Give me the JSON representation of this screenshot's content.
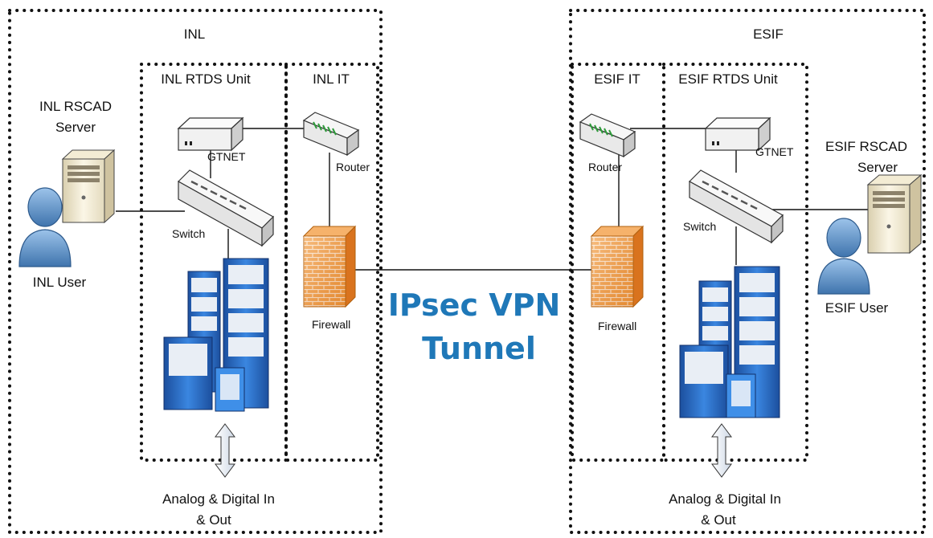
{
  "colors": {
    "tunnel_text": "#1f78b8",
    "firewall": "#f28a2b",
    "rack": "#2a6fd1",
    "user": "#5d93c8",
    "server": "#efe6c8",
    "device": "#f4f4f4",
    "line": "#111111"
  },
  "inl": {
    "site_label": "INL",
    "rtds_label": "INL RTDS Unit",
    "it_label": "INL IT",
    "server_label_1": "INL RSCAD",
    "server_label_2": "Server",
    "user_label": "INL User",
    "gtnet_label": "GTNET",
    "router_label": "Router",
    "switch_label": "Switch",
    "firewall_label": "Firewall",
    "io_label_1": "Analog & Digital In",
    "io_label_2": "& Out"
  },
  "esif": {
    "site_label": "ESIF",
    "it_label": "ESIF IT",
    "rtds_label": "ESIF RTDS Unit",
    "server_label_1": "ESIF RSCAD",
    "server_label_2": "Server",
    "user_label": "ESIF User",
    "gtnet_label": "GTNET",
    "router_label": "Router",
    "switch_label": "Switch",
    "firewall_label": "Firewall",
    "io_label_1": "Analog & Digital In",
    "io_label_2": "& Out"
  },
  "tunnel": {
    "line_1": "IPsec VPN",
    "line_2": "Tunnel"
  }
}
